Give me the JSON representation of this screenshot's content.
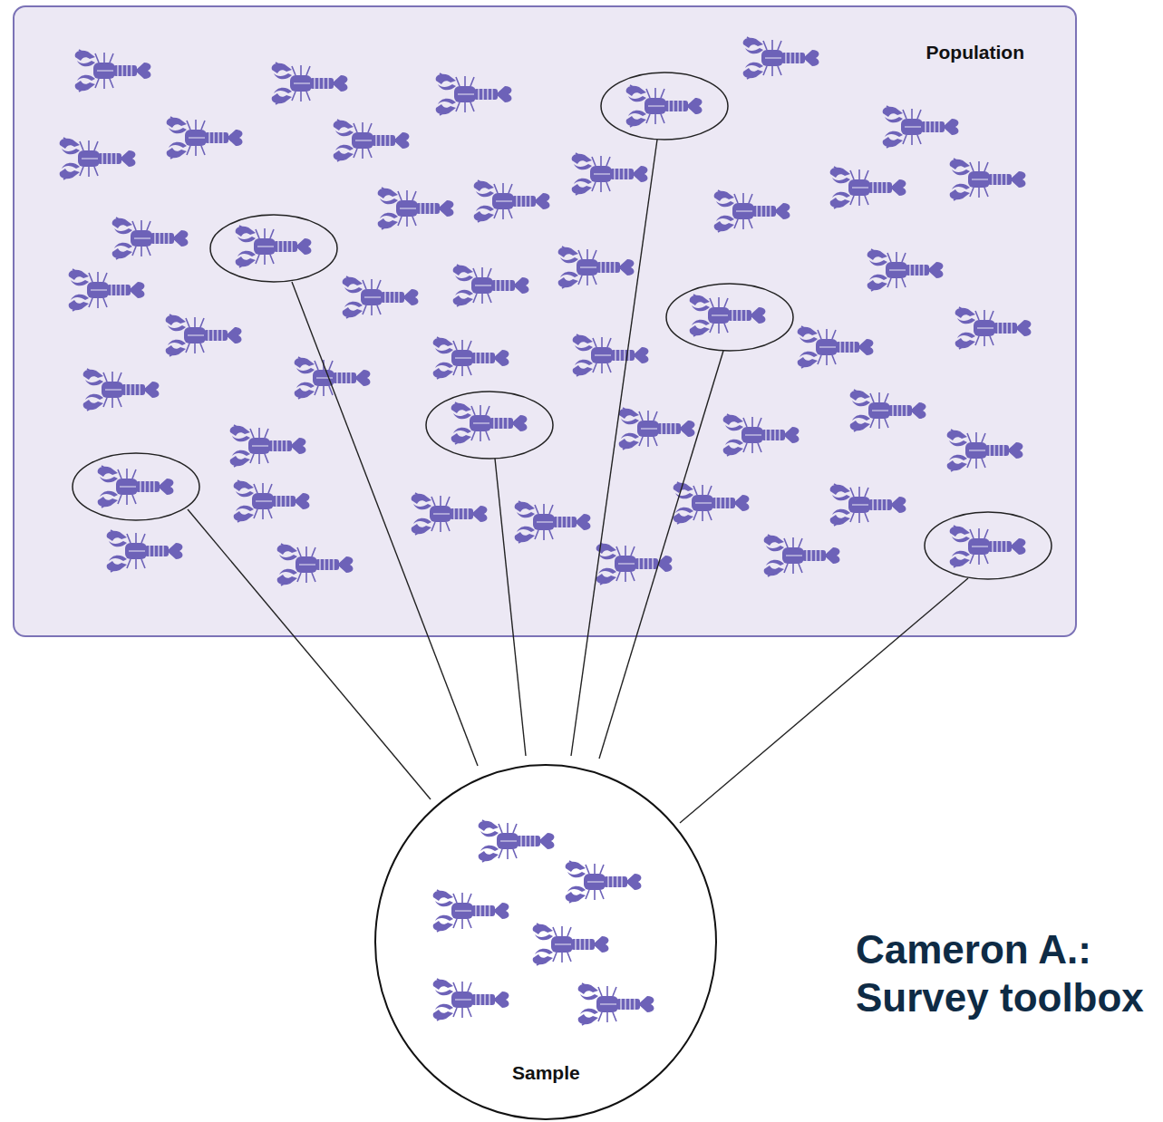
{
  "diagram": {
    "nodes": [
      {
        "text": [
          "Population"
        ]
      },
      {
        "text": [
          "Sample"
        ]
      }
    ],
    "labels": [
      "Cameron A.: Survey toolbox"
    ]
  }
}
